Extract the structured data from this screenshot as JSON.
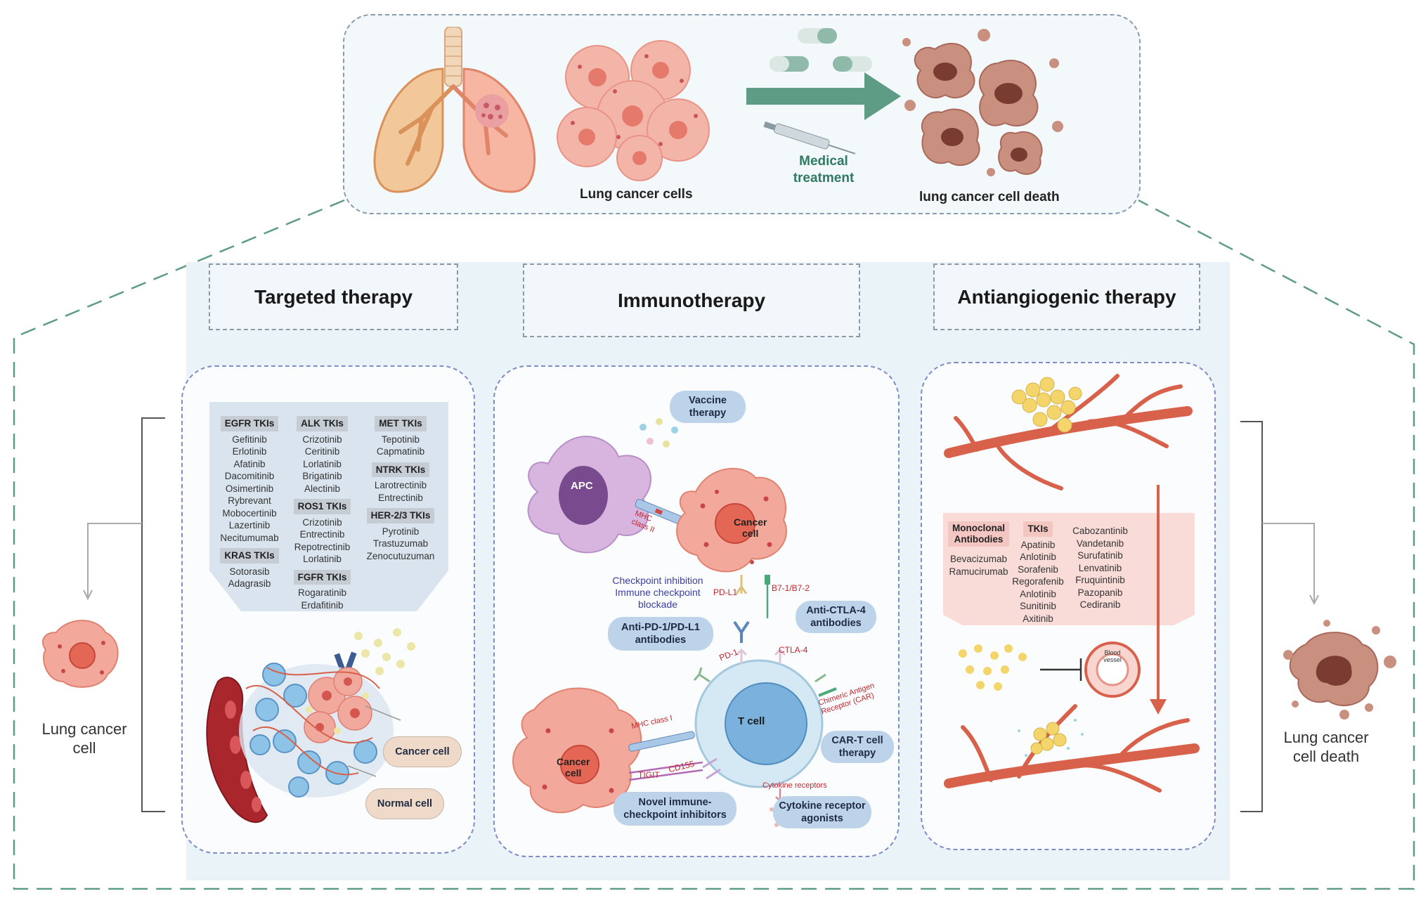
{
  "header": {
    "lung_cancer_cells_label": "Lung cancer cells",
    "medical_treatment_label": "Medical\ntreatment",
    "cell_death_label": "lung cancer cell death"
  },
  "sections": {
    "targeted": {
      "title": "Targeted therapy",
      "columns": [
        [
          {
            "head": "EGFR TKIs",
            "items": [
              "Gefitinib",
              "Erlotinib",
              "Afatinib",
              "Dacomitinib",
              "Osimertinib",
              "Rybrevant",
              "Mobocertinib",
              "Lazertinib",
              "Necitumumab"
            ]
          },
          {
            "head": "KRAS TKIs",
            "items": [
              "Sotorasib",
              "Adagrasib"
            ]
          }
        ],
        [
          {
            "head": "ALK TKIs",
            "items": [
              "Crizotinib",
              "Ceritinib",
              "Lorlatinib",
              "Brigatinib",
              "Alectinib"
            ]
          },
          {
            "head": "ROS1 TKIs",
            "items": [
              "Crizotinib",
              "Entrectinib",
              "Repotrectinib",
              "Lorlatinib"
            ]
          },
          {
            "head": "FGFR TKIs",
            "items": [
              "Rogaratinib",
              "Erdafitinib"
            ]
          }
        ],
        [
          {
            "head": "MET TKIs",
            "items": [
              "Tepotinib",
              "Capmatinib"
            ]
          },
          {
            "head": "NTRK TKIs",
            "items": [
              "Larotrectinib",
              "Entrectinib"
            ]
          },
          {
            "head": "HER-2/3 TKIs",
            "items": [
              "Pyrotinib",
              "Trastuzumab",
              "Zenocutuzuman"
            ]
          }
        ]
      ],
      "cancer_cell_label": "Cancer cell",
      "normal_cell_label": "Normal cell"
    },
    "immuno": {
      "title": "Immunotherapy",
      "vaccine": "Vaccine\ntherapy",
      "apc": "APC",
      "cancer_cell": "Cancer\ncell",
      "mhc_class_ii": "MHC\nclass II",
      "checkpoint_text": "Checkpoint inhibition\nImmune checkpoint\nblockade",
      "pd_l1": "PD-L1",
      "b7": "B7-1/B7-2",
      "anti_pd1": "Anti-PD-1/PD-L1\nantibodies",
      "anti_ctla4": "Anti-CTLA-4\nantibodies",
      "pd_1": "PD-1",
      "ctla_4": "CTLA-4",
      "t_cell": "T cell",
      "car": "Chimeric Antigen\nReceptor (CAR)",
      "mhc_class_i": "MHC class I",
      "car_t": "CAR-T cell\ntherapy",
      "tigit": "TIGIT",
      "cd155": "CD155",
      "cytokine_receptors": "Cytokine receptors",
      "novel": "Novel immune-\ncheckpoint inhibitors",
      "cytokine_agonists": "Cytokine receptor\nagonists"
    },
    "antiangio": {
      "title": "Antiangiogenic therapy",
      "mono_head": "Monoclonal\nAntibodies",
      "mono_items": [
        "Bevacizumab",
        "Ramucirumab"
      ],
      "tki_head": "TKIs",
      "tki_items": [
        "Apatinib",
        "Anlotinib",
        "Sorafenib",
        "Regorafenib",
        "Anlotinib",
        "Sunitinib",
        "Axitinib"
      ],
      "tki_items2": [
        "Cabozantinib",
        "Vandetanib",
        "Surufatinib",
        "Lenvatinib",
        "Fruquintinib",
        "Pazopanib",
        "Cediranib"
      ],
      "blood_vessel": "Blood\nvessel"
    }
  },
  "side": {
    "left_label": "Lung cancer\ncell",
    "right_label": "Lung cancer\ncell death"
  },
  "colors": {
    "accent_green": "#5f9c86",
    "cancer_pink": "#e8857a",
    "vessel_red": "#d8614c",
    "pill_blue": "#bcd3ea"
  }
}
